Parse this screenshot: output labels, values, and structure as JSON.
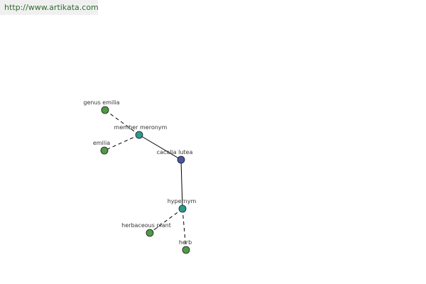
{
  "banner": {
    "url_text": "http://www.artikata.com"
  },
  "colors": {
    "leaf": "#4f9a45",
    "relation": "#2e9a8e",
    "center": "#4a55a0",
    "banner_text": "#2f6b2f"
  },
  "graph": {
    "nodes": [
      {
        "id": "genus-emilia",
        "label": "genus emilia",
        "kind": "leaf"
      },
      {
        "id": "member-meronym",
        "label": "member meronym",
        "kind": "relation"
      },
      {
        "id": "emilia",
        "label": "emilia",
        "kind": "leaf"
      },
      {
        "id": "cacalia-lutea",
        "label": "cacalia lutea",
        "kind": "center"
      },
      {
        "id": "hypernym",
        "label": "hypernym",
        "kind": "relation"
      },
      {
        "id": "herbaceous-plant",
        "label": "herbaceous plant",
        "kind": "leaf"
      },
      {
        "id": "herb",
        "label": "herb",
        "kind": "leaf"
      }
    ],
    "edges": [
      {
        "from": "cacalia-lutea",
        "to": "member-meronym",
        "style": "solid"
      },
      {
        "from": "cacalia-lutea",
        "to": "hypernym",
        "style": "solid"
      },
      {
        "from": "member-meronym",
        "to": "genus-emilia",
        "style": "dashed"
      },
      {
        "from": "member-meronym",
        "to": "emilia",
        "style": "dashed"
      },
      {
        "from": "hypernym",
        "to": "herbaceous-plant",
        "style": "dashed"
      },
      {
        "from": "hypernym",
        "to": "herb",
        "style": "dashed"
      }
    ]
  }
}
